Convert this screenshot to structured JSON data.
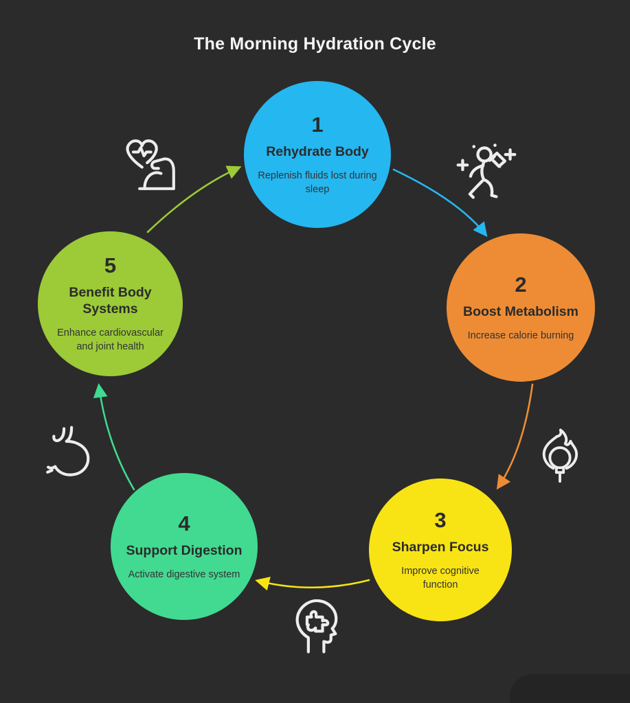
{
  "title": "The Morning Hydration Cycle",
  "colors": {
    "background": "#2b2b2b",
    "title_text": "#f5f5f5",
    "circle_text": "#2b2b2b",
    "icon_stroke": "#ededed",
    "corner_shape": "#242424"
  },
  "steps": [
    {
      "number": "1",
      "title": "Rehydrate Body",
      "description": "Replenish fluids lost during sleep",
      "color": "#25b7f0"
    },
    {
      "number": "2",
      "title": "Boost Metabolism",
      "description": "Increase calorie burning",
      "color": "#ee8c35"
    },
    {
      "number": "3",
      "title": "Sharpen Focus",
      "description": "Improve cognitive function",
      "color": "#f8e414"
    },
    {
      "number": "4",
      "title": "Support Digestion",
      "description": "Activate digestive system",
      "color": "#41da90"
    },
    {
      "number": "5",
      "title": "Benefit Body Systems",
      "description": "Enhance cardiovascular and joint health",
      "color": "#9ccb37"
    }
  ],
  "icons": [
    {
      "name": "heart-muscle-icon"
    },
    {
      "name": "energized-person-icon"
    },
    {
      "name": "flame-bulb-icon"
    },
    {
      "name": "head-puzzle-icon"
    },
    {
      "name": "stomach-icon"
    }
  ]
}
